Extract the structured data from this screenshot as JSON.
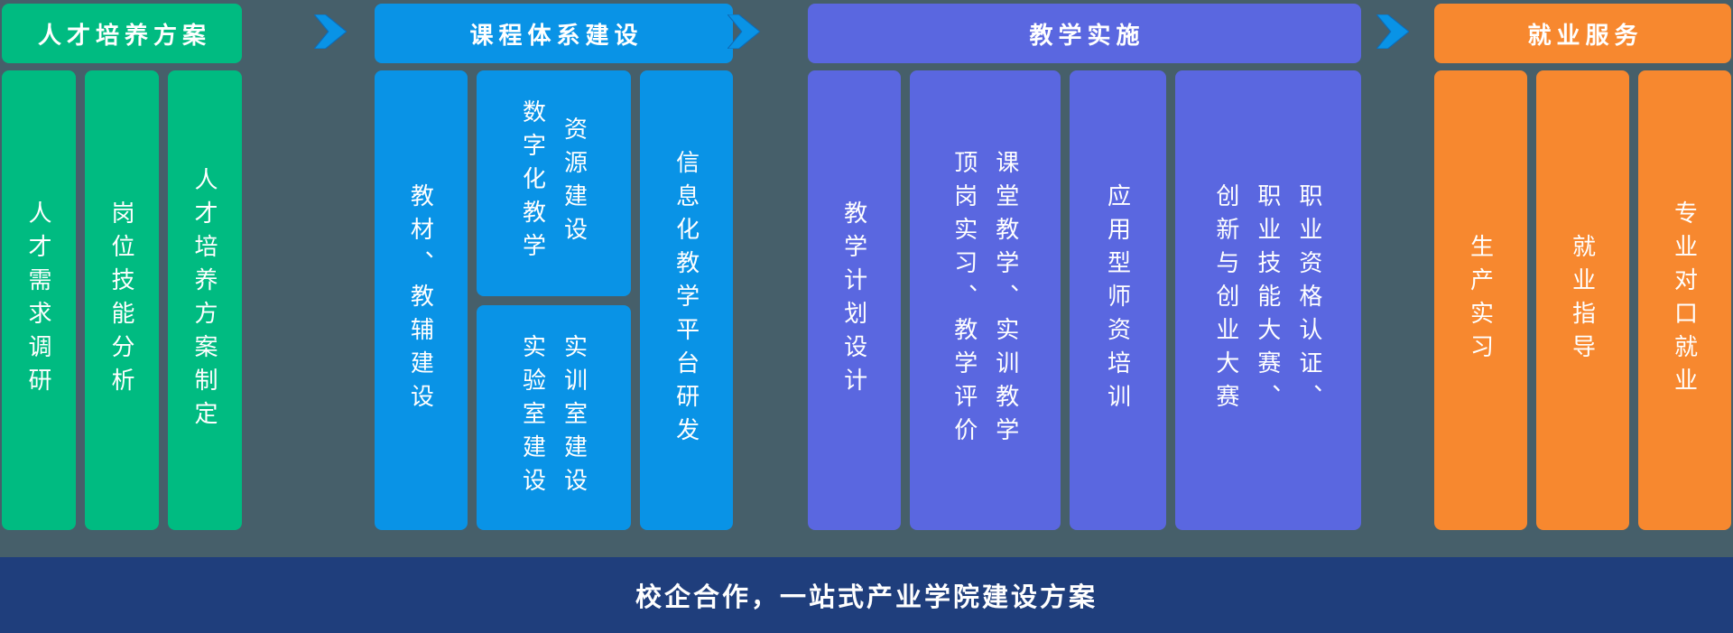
{
  "page": {
    "background_color": "#465f6a",
    "arrow_color": "#0993e6"
  },
  "sections": [
    {
      "title": "人才培养方案",
      "color": "#00bb81",
      "columns": [
        {
          "boxes": [
            {
              "lines": [
                "人才需求调研"
              ]
            }
          ]
        },
        {
          "boxes": [
            {
              "lines": [
                "岗位技能分析"
              ]
            }
          ]
        },
        {
          "boxes": [
            {
              "lines": [
                "人才培养方案制定"
              ]
            }
          ]
        }
      ]
    },
    {
      "title": "课程体系建设",
      "color": "#0993e6",
      "columns": [
        {
          "boxes": [
            {
              "lines": [
                "教材、教辅建设"
              ]
            }
          ]
        },
        {
          "boxes": [
            {
              "lines": [
                "数字化教学",
                "资源建设"
              ]
            },
            {
              "lines": [
                "实验室建设",
                "实训室建设"
              ]
            }
          ]
        },
        {
          "boxes": [
            {
              "lines": [
                "信息化教学平台研发"
              ]
            }
          ]
        }
      ]
    },
    {
      "title": "教学实施",
      "color": "#5a67e0",
      "columns": [
        {
          "boxes": [
            {
              "lines": [
                "教学计划设计"
              ]
            }
          ]
        },
        {
          "boxes": [
            {
              "lines": [
                "顶岗实习、教学评价",
                "课堂教学、实训教学"
              ]
            }
          ]
        },
        {
          "boxes": [
            {
              "lines": [
                "应用型师资培训"
              ]
            }
          ]
        },
        {
          "boxes": [
            {
              "lines": [
                "创新与创业大赛",
                "职业技能大赛、",
                "职业资格认证、"
              ]
            }
          ]
        }
      ]
    },
    {
      "title": "就业服务",
      "color": "#f7882f",
      "columns": [
        {
          "boxes": [
            {
              "lines": [
                "生产实习"
              ]
            }
          ]
        },
        {
          "boxes": [
            {
              "lines": [
                "就业指导"
              ]
            }
          ]
        },
        {
          "boxes": [
            {
              "lines": [
                "专业对口就业"
              ]
            }
          ]
        }
      ]
    }
  ],
  "footer": {
    "text": "校企合作，一站式产业学院建设方案",
    "background_color": "#1f3e7c"
  }
}
